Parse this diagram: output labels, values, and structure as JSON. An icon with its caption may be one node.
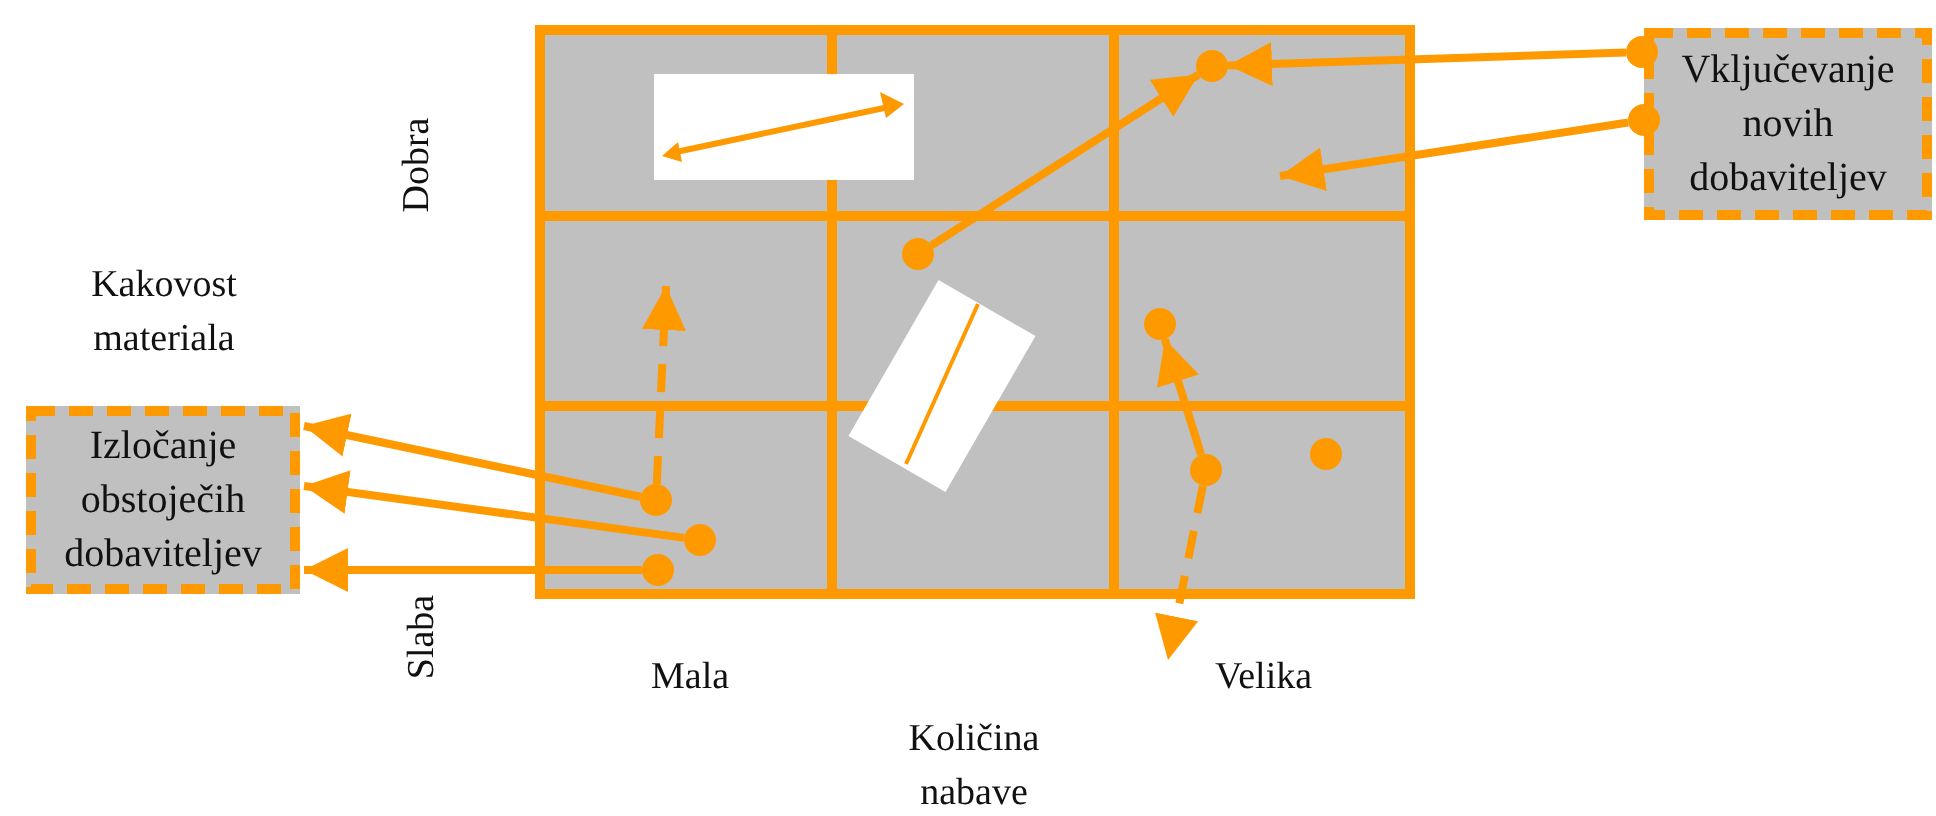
{
  "diagram": {
    "nodes": [
      {
        "text": [
          "Izločanje obstoječih dobaviteljev"
        ]
      },
      {
        "text": [
          "Vključevanje novih dobaviteljev"
        ]
      },
      {
        "text": [],
        "shape": "circle"
      },
      {
        "text": [],
        "shape": "circle"
      },
      {
        "text": [],
        "shape": "circle"
      },
      {
        "text": [],
        "shape": "circle"
      },
      {
        "text": [],
        "shape": "circle"
      },
      {
        "text": [],
        "shape": "circle"
      },
      {
        "text": [],
        "shape": "circle"
      },
      {
        "text": [],
        "shape": "circle"
      },
      {
        "text": [],
        "shape": "circle"
      },
      {
        "text": [],
        "shape": "circle"
      }
    ],
    "edges": [
      {
        "from": 2,
        "to": 3,
        "arrow": "to"
      },
      {
        "from": 4,
        "to": null,
        "arrow": "to"
      },
      {
        "from": 5,
        "to": 3,
        "arrow": "to"
      },
      {
        "from": 8,
        "to": 6,
        "arrow": "to"
      },
      {
        "from": 8,
        "to": null,
        "arrow": "to",
        "style": "dashed"
      },
      {
        "from": 9,
        "to": null,
        "arrow": "to",
        "style": "dashed"
      },
      {
        "from": 9,
        "to": 0,
        "arrow": "to"
      },
      {
        "from": 10,
        "to": 0,
        "arrow": "to"
      },
      {
        "from": 11,
        "to": 0,
        "arrow": "to"
      }
    ],
    "labels": [
      "Dobra",
      "Kakovost materiala",
      "Slaba",
      "Mala",
      "Velika",
      "Količina nabave"
    ]
  }
}
